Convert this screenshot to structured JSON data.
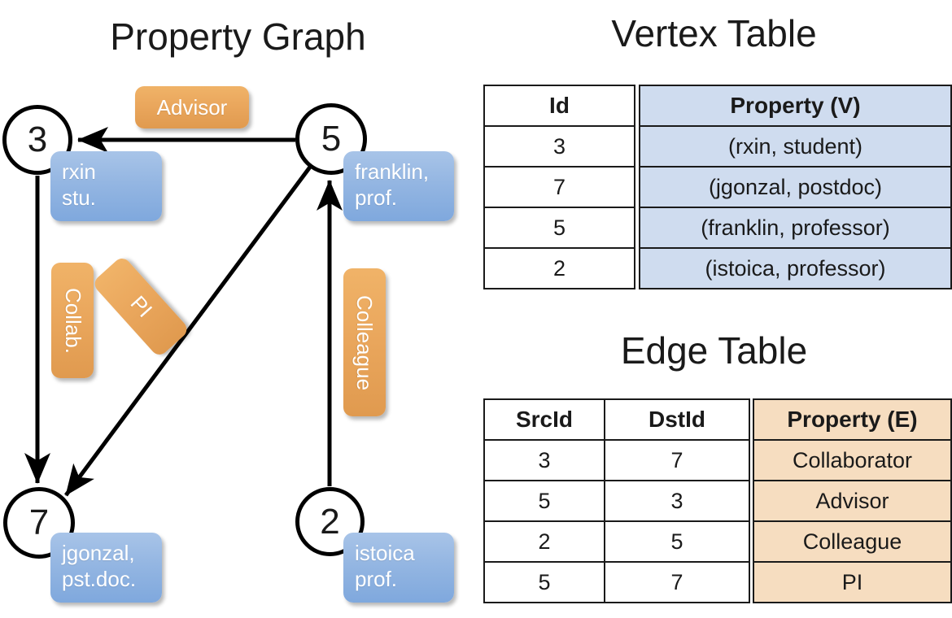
{
  "titles": {
    "property_graph": "Property Graph",
    "vertex_table": "Vertex Table",
    "edge_table": "Edge Table"
  },
  "colors": {
    "vertex_property_fill": "#cfdcef",
    "edge_property_fill": "#f6ddc0",
    "node_property_box": "#8fb3e0",
    "edge_label_box": "#eaa75d",
    "stroke": "#000000"
  },
  "graph": {
    "nodes": [
      {
        "id": "3",
        "property_lines": [
          "rxin",
          "stu."
        ]
      },
      {
        "id": "5",
        "property_lines": [
          "franklin,",
          "prof."
        ]
      },
      {
        "id": "7",
        "property_lines": [
          "jgonzal,",
          "pst.doc."
        ]
      },
      {
        "id": "2",
        "property_lines": [
          "istoica",
          "prof."
        ]
      }
    ],
    "edge_labels": [
      {
        "name": "advisor",
        "text": "Advisor"
      },
      {
        "name": "collab",
        "text": "Collab."
      },
      {
        "name": "pi",
        "text": "PI"
      },
      {
        "name": "colleague",
        "text": "Colleague"
      }
    ]
  },
  "vertex_table": {
    "headers": [
      "Id",
      "Property (V)"
    ],
    "rows": [
      {
        "id": "3",
        "property": "(rxin, student)"
      },
      {
        "id": "7",
        "property": "(jgonzal, postdoc)"
      },
      {
        "id": "5",
        "property": "(franklin, professor)"
      },
      {
        "id": "2",
        "property": "(istoica, professor)"
      }
    ]
  },
  "edge_table": {
    "headers": [
      "SrcId",
      "DstId",
      "Property (E)"
    ],
    "rows": [
      {
        "src": "3",
        "dst": "7",
        "property": "Collaborator"
      },
      {
        "src": "5",
        "dst": "3",
        "property": "Advisor"
      },
      {
        "src": "2",
        "dst": "5",
        "property": "Colleague"
      },
      {
        "src": "5",
        "dst": "7",
        "property": "PI"
      }
    ]
  }
}
